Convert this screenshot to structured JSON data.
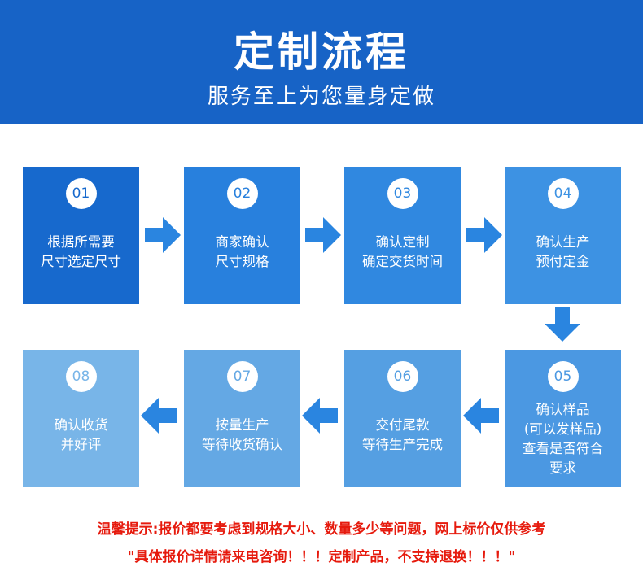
{
  "header": {
    "title": "定制流程",
    "subtitle": "服务至上为您量身定做"
  },
  "colors": {
    "header_bg": "#1763c6",
    "arrow": "#2a85e0",
    "notice_text": "#e61a0d"
  },
  "steps": [
    {
      "num": "01",
      "lines": [
        "根据所需要",
        "尺寸选定尺寸"
      ],
      "bg": "#1769cd"
    },
    {
      "num": "02",
      "lines": [
        "商家确认",
        "尺寸规格"
      ],
      "bg": "#2880dd"
    },
    {
      "num": "03",
      "lines": [
        "确认定制",
        "确定交货时间"
      ],
      "bg": "#3088e0"
    },
    {
      "num": "04",
      "lines": [
        "确认生产",
        "预付定金"
      ],
      "bg": "#3d92e3"
    },
    {
      "num": "05",
      "lines": [
        "确认样品",
        "(可以发样品)",
        "查看是否符合",
        "要求"
      ],
      "bg": "#4b98e2"
    },
    {
      "num": "06",
      "lines": [
        "交付尾款",
        "等待生产完成"
      ],
      "bg": "#559fe2"
    },
    {
      "num": "07",
      "lines": [
        "按量生产",
        "等待收货确认"
      ],
      "bg": "#64a8e4"
    },
    {
      "num": "08",
      "lines": [
        "确认收货",
        "并好评"
      ],
      "bg": "#78b5e8"
    }
  ],
  "notice": {
    "line1": "温馨提示:报价都要考虑到规格大小、数量多少等问题，网上标价仅供参考",
    "line2": "\"具体报价详情请来电咨询！！！定制产品，不支持退换！！！\""
  }
}
